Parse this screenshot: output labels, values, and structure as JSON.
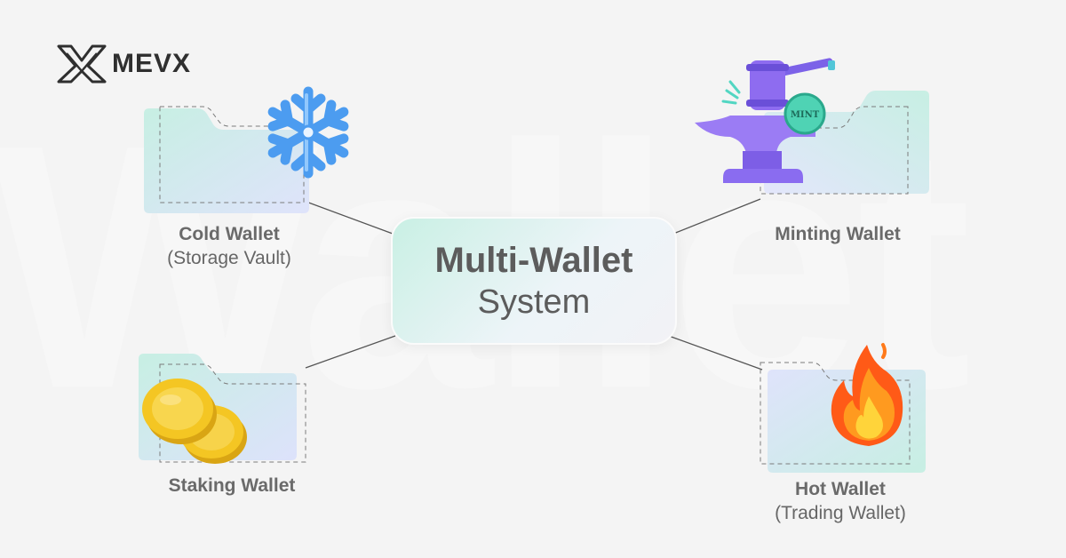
{
  "background": {
    "watermark_text": "Wallet",
    "color": "#f4f4f4"
  },
  "brand": {
    "name": "MEVX",
    "mark_icon": "mevx-logo-icon"
  },
  "center": {
    "title": "Multi-Wallet",
    "subtitle": "System"
  },
  "wallets": [
    {
      "id": "cold",
      "name": "Cold Wallet",
      "subtitle": "(Storage Vault)",
      "icon": "snowflake-icon"
    },
    {
      "id": "minting",
      "name": "Minting Wallet",
      "subtitle": "",
      "icon": "anvil-hammer-icon",
      "badge": "MINT"
    },
    {
      "id": "staking",
      "name": "Staking Wallet",
      "subtitle": "",
      "icon": "gold-coins-icon"
    },
    {
      "id": "hot",
      "name": "Hot Wallet",
      "subtitle": "(Trading Wallet)",
      "icon": "fire-icon"
    }
  ],
  "colors": {
    "text": "#666666",
    "folder_teal": "#c8efe6",
    "folder_blue": "#dde3fb",
    "snowflake": "#5aa6f2",
    "anvil": "#8e6cf0",
    "coin": "#f1c21b",
    "fire": "#ff6a1a"
  }
}
